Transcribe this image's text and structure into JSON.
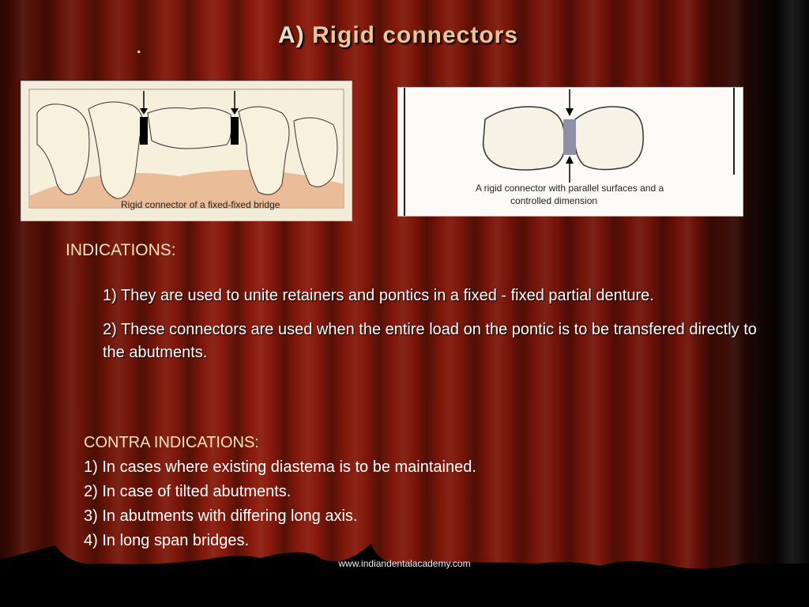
{
  "slide": {
    "bullet_dot": ".",
    "title_prefix": "A)",
    "title_main": "Rigid connectors",
    "figure1_caption": "Rigid connector of a fixed-fixed bridge",
    "figure2_caption_line1": "A rigid connector with parallel surfaces and a",
    "figure2_caption_line2": "controlled dimension",
    "indications_heading": "INDICATIONS:",
    "indications": [
      "1) They are used to unite retainers and pontics in a fixed - fixed partial denture.",
      "2) These connectors are used when the entire load on the pontic is to be transfered directly to the abutments."
    ],
    "contra_heading": "CONTRA INDICATIONS:",
    "contra_items": [
      "1) In cases where existing diastema is to be maintained.",
      "2) In case of tilted abutments.",
      "3) In abutments with differing long axis.",
      "4) In long span bridges."
    ],
    "footer_url": "www.indiandentalacademy.com"
  },
  "colors": {
    "title_accent": "#e7c79a",
    "heading": "#f2e2b8",
    "body_text": "#ffffff"
  }
}
